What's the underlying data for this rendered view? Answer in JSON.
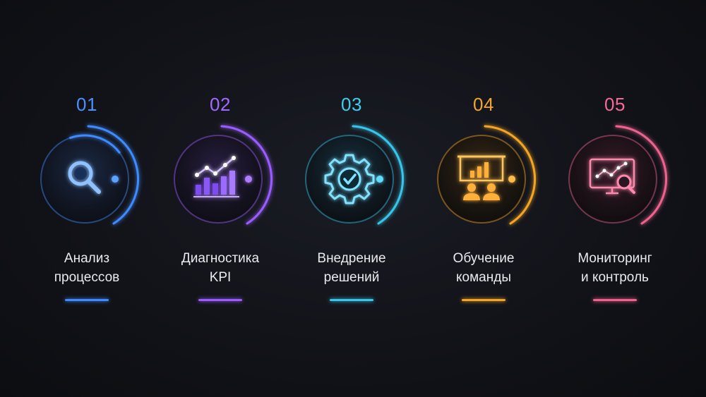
{
  "steps": [
    {
      "number": "01",
      "label_line1": "Анализ",
      "label_line2": "процессов",
      "icon": "magnifier-icon",
      "color": "#3d8bff"
    },
    {
      "number": "02",
      "label_line1": "Диагностика",
      "label_line2": "KPI",
      "icon": "bar-chart-trend-icon",
      "color": "#9b5cff"
    },
    {
      "number": "03",
      "label_line1": "Внедрение",
      "label_line2": "решений",
      "icon": "gear-check-icon",
      "color": "#35c6ea"
    },
    {
      "number": "04",
      "label_line1": "Обучение",
      "label_line2": "команды",
      "icon": "presentation-team-icon",
      "color": "#f5a524"
    },
    {
      "number": "05",
      "label_line1": "Мониторинг",
      "label_line2": "и контроль",
      "icon": "monitor-search-icon",
      "color": "#f0628e"
    }
  ]
}
